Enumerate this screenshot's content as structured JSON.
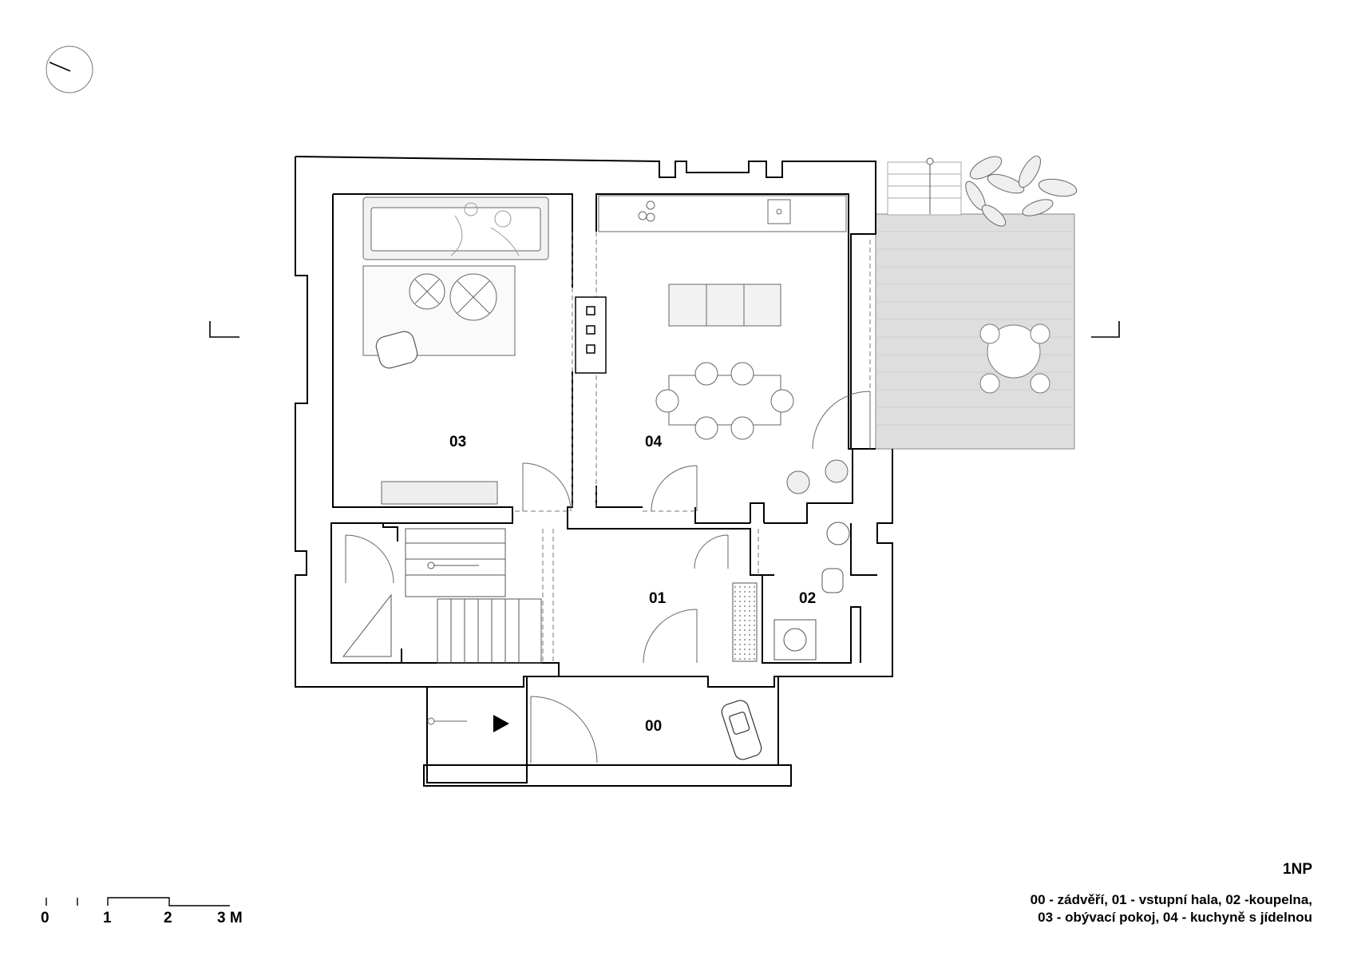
{
  "floor": "1NP",
  "rooms": [
    {
      "id": "00",
      "label": "00"
    },
    {
      "id": "01",
      "label": "01"
    },
    {
      "id": "02",
      "label": "02"
    },
    {
      "id": "03",
      "label": "03"
    },
    {
      "id": "04",
      "label": "04"
    }
  ],
  "legend": {
    "line1": "00 - zádvěří, 01 - vstupní hala, 02 -koupelna,",
    "line2": "03 - obývací pokoj, 04 - kuchyně s jídelnou"
  },
  "scale_bar": {
    "ticks": [
      "0",
      "1",
      "2",
      "3 M"
    ]
  },
  "colors": {
    "line": "#000000",
    "thin_line": "#555555",
    "terrace_fill": "#d9d9d9",
    "plant_fill": "#efefef"
  }
}
